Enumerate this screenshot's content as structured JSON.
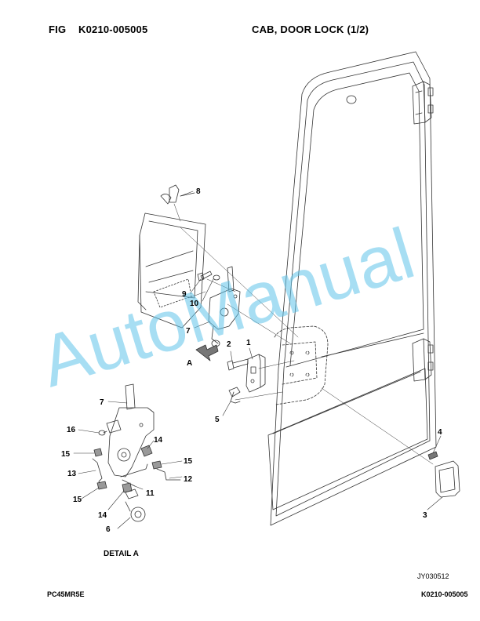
{
  "header": {
    "fig_label": "FIG",
    "fig_code": "K0210-005005",
    "title": "CAB, DOOR LOCK (1/2)"
  },
  "callouts": {
    "c1": "1",
    "c2": "2",
    "c3": "3",
    "c4": "4",
    "c5": "5",
    "c7": "7",
    "c8": "8",
    "c9": "9",
    "c10": "10"
  },
  "view_marker": "A",
  "detail": {
    "title": "DETAIL A",
    "c6": "6",
    "c7": "7",
    "c11": "11",
    "c12": "12",
    "c13": "13",
    "c14a": "14",
    "c14b": "14",
    "c15a": "15",
    "c15b": "15",
    "c15c": "15",
    "c16": "16"
  },
  "watermark": "AutoManual",
  "image_ref": "JY030512",
  "footer": {
    "model": "PC45MR5E",
    "code": "K0210-005005"
  },
  "colors": {
    "line": "#333333",
    "watermark": "#5fc2ea"
  }
}
